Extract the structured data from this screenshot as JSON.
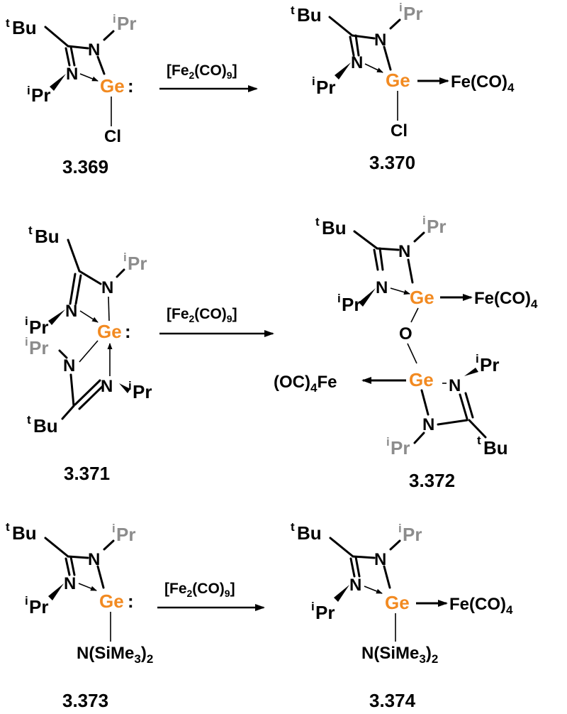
{
  "reagent": "[Fe2(CO)9]",
  "reagent_parts": {
    "a": "[Fe",
    "b": "2",
    "c": "(CO)",
    "d": "9",
    "e": "]"
  },
  "atoms": {
    "Ge": "Ge",
    "N": "N",
    "O": "O",
    "Cl": "Cl",
    "lone_pair": ":",
    "Bu": "Bu",
    "Pr": "Pr",
    "t": "t",
    "i": "i",
    "FeCO4_a": "Fe(CO)",
    "FeCO4_b": "4",
    "OC4Fe_a": "(OC)",
    "OC4Fe_b": "4",
    "OC4Fe_c": "Fe",
    "NSiMe3_a": "N(SiMe",
    "NSiMe3_b": "3",
    "NSiMe3_c": ")",
    "NSiMe3_d": "2"
  },
  "compounds": {
    "c369": "3.369",
    "c370": "3.370",
    "c371": "3.371",
    "c372": "3.372",
    "c373": "3.373",
    "c374": "3.374"
  },
  "colors": {
    "germanium": "#f28a21",
    "back_substituent": "#8c8c8c",
    "bond": "#000000"
  }
}
